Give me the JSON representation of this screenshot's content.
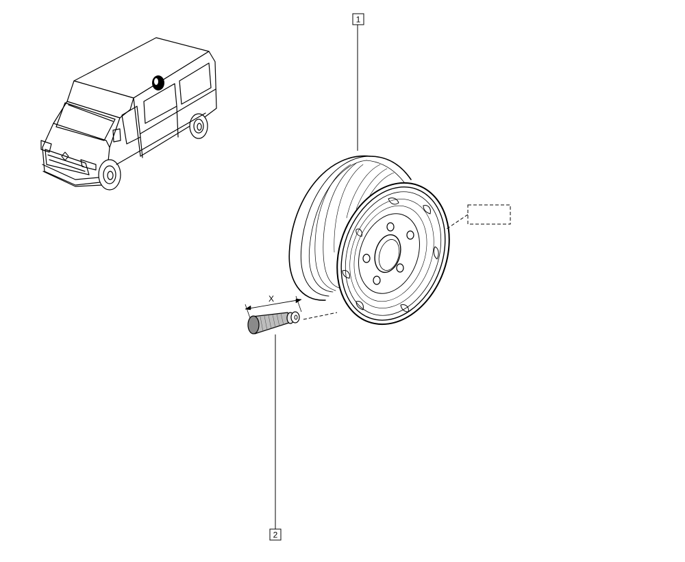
{
  "callouts": {
    "wheel_rim": {
      "number": "1"
    },
    "valve": {
      "number": "2"
    }
  },
  "dimension": {
    "label": "X"
  },
  "colors": {
    "line": "#000000",
    "background": "#ffffff"
  }
}
